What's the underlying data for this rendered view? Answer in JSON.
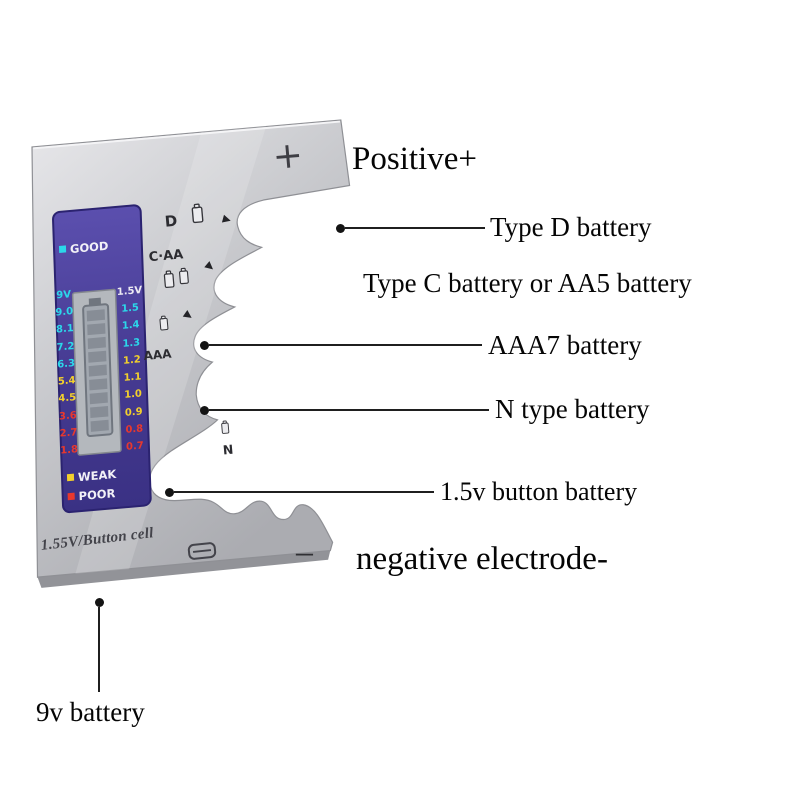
{
  "annotations": {
    "positive": "Positive+",
    "type_d": "Type D battery",
    "type_c": "Type C battery or AA5 battery",
    "aaa7": "AAA7 battery",
    "n_type": "N type battery",
    "button_battery": "1.5v button battery",
    "negative": "negative electrode-",
    "nine_v": "9v battery"
  },
  "device": {
    "positive_mark": "+",
    "negative_mark": "−",
    "bottom_label": "1.55V/Button cell",
    "slots": {
      "d": "D",
      "c_aa": "C·AA",
      "aaa": "AAA",
      "n": "N"
    },
    "panel": {
      "good": "GOOD",
      "weak": "WEAK",
      "poor": "POOR",
      "scale_left": [
        {
          "v": "9V",
          "c": "#2bd8ea"
        },
        {
          "v": "9.0",
          "c": "#2bd8ea"
        },
        {
          "v": "8.1",
          "c": "#2bd8ea"
        },
        {
          "v": "7.2",
          "c": "#2bd8ea"
        },
        {
          "v": "6.3",
          "c": "#2bd8ea"
        },
        {
          "v": "5.4",
          "c": "#f3d02c"
        },
        {
          "v": "4.5",
          "c": "#f3d02c"
        },
        {
          "v": "3.6",
          "c": "#e8382d"
        },
        {
          "v": "2.7",
          "c": "#e8382d"
        },
        {
          "v": "1.8",
          "c": "#e8382d"
        }
      ],
      "scale_right": [
        {
          "v": "1.5V",
          "c": "#eceaf2"
        },
        {
          "v": "1.5",
          "c": "#2bd8ea"
        },
        {
          "v": "1.4",
          "c": "#2bd8ea"
        },
        {
          "v": "1.3",
          "c": "#2bd8ea"
        },
        {
          "v": "1.2",
          "c": "#f3d02c"
        },
        {
          "v": "1.1",
          "c": "#f3d02c"
        },
        {
          "v": "1.0",
          "c": "#f3d02c"
        },
        {
          "v": "0.9",
          "c": "#f3d02c"
        },
        {
          "v": "0.8",
          "c": "#e8382d"
        },
        {
          "v": "0.7",
          "c": "#e8382d"
        }
      ]
    },
    "colors": {
      "good": "#2bd8ea",
      "weak": "#f3d02c",
      "poor": "#e8382d"
    }
  }
}
